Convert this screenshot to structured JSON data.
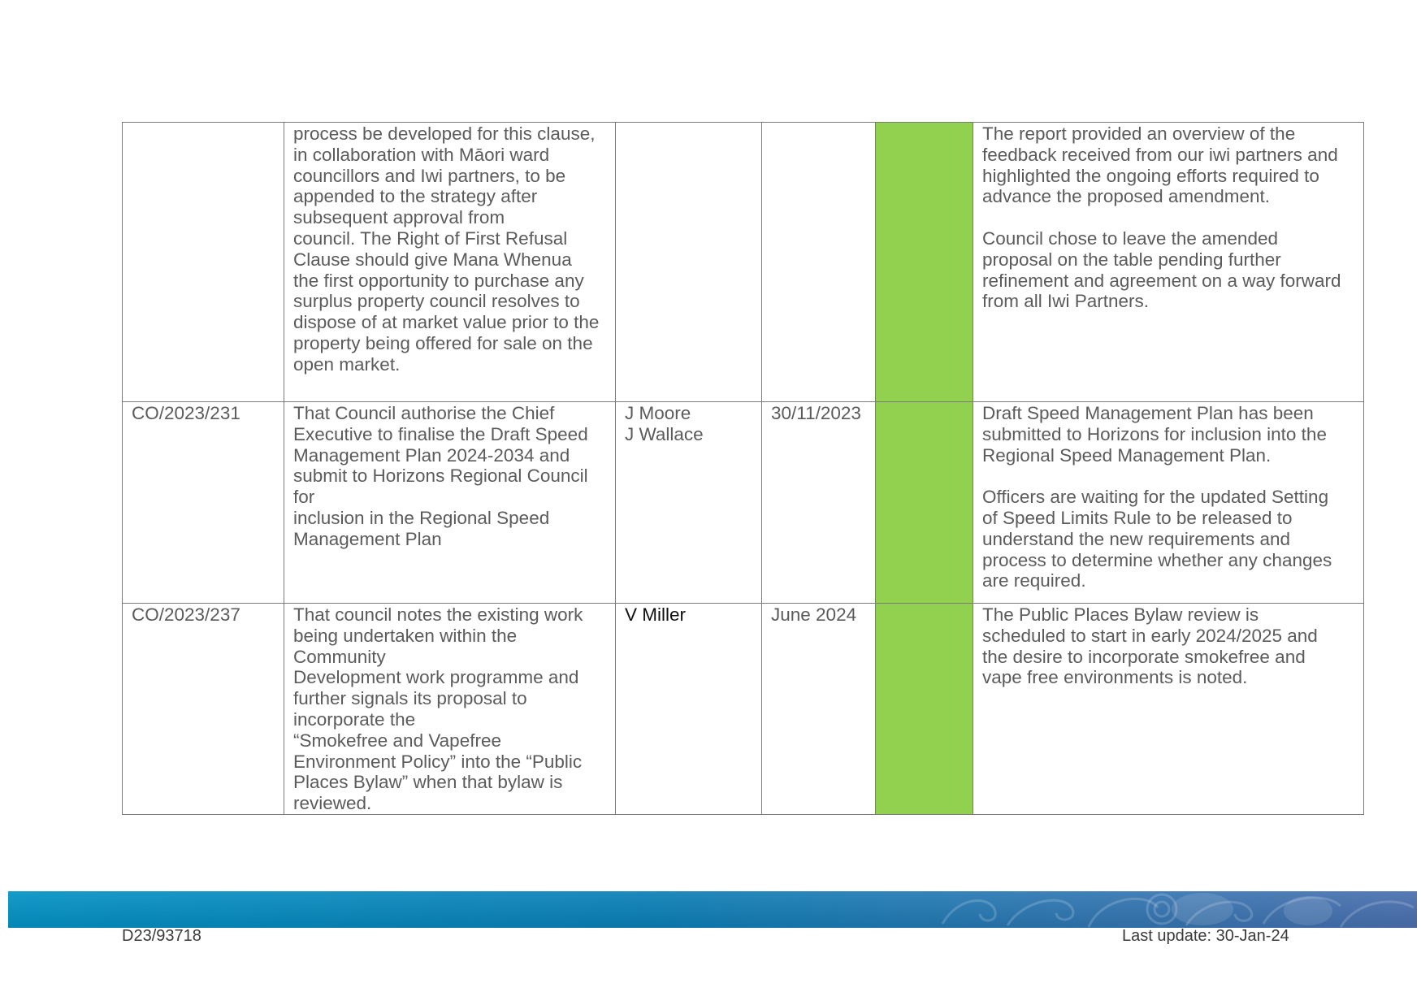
{
  "colors": {
    "status_green": "#92d050",
    "band_start": "#0392c4",
    "band_end": "#4a6fae",
    "border": "#7a7a7a",
    "text": "#5b5b5b"
  },
  "rows": [
    {
      "ref": "",
      "resolution": "process be developed for this clause,\nin collaboration with Māori ward\ncouncillors and Iwi partners, to be\nappended to the strategy after\nsubsequent approval from\ncouncil.  The Right of First Refusal\nClause should give Mana Whenua\nthe first opportunity to purchase any\nsurplus property council resolves to\ndispose of at market value prior to the\nproperty being offered for sale on the\nopen market.",
      "officers": "",
      "due": "",
      "status": "green",
      "update_1": "The report provided an overview of the\nfeedback received from our iwi partners and\nhighlighted the ongoing efforts required to\nadvance the proposed amendment.",
      "update_2": "Council chose to leave the amended\nproposal on the table pending further\nrefinement and agreement on a way forward\nfrom all Iwi Partners."
    },
    {
      "ref": "CO/2023/231",
      "resolution": "That Council authorise the Chief\nExecutive to finalise the Draft Speed\nManagement Plan 2024-2034 and\nsubmit to Horizons Regional Council\nfor\ninclusion in the Regional Speed\nManagement Plan",
      "officers": "J Moore\nJ Wallace",
      "due": "30/11/2023",
      "status": "green",
      "update_1": "Draft Speed Management Plan has been\nsubmitted to Horizons for inclusion into the\nRegional Speed Management Plan.",
      "update_2": "Officers are waiting for the updated Setting\nof Speed Limits Rule to be released to\nunderstand the new requirements and\nprocess to determine whether any changes\nare required."
    },
    {
      "ref": "CO/2023/237",
      "resolution": "That council notes the existing work\nbeing undertaken within the\nCommunity\nDevelopment work programme and\nfurther signals its proposal to\nincorporate the\n“Smokefree and Vapefree\nEnvironment Policy” into the “Public\nPlaces Bylaw” when that bylaw is\nreviewed.",
      "officers": "V Miller",
      "due": "June 2024",
      "status": "green",
      "update_1": "The Public Places Bylaw review is\nscheduled to start in early 2024/2025 and\nthe desire to incorporate smokefree and\nvape free environments is noted.",
      "update_2": ""
    }
  ],
  "footer": {
    "doc_ref": "D23/93718",
    "last_update": "Last update: 30-Jan-24"
  }
}
